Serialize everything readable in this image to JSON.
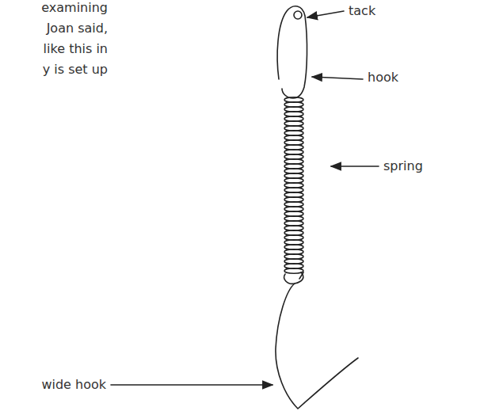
{
  "diagram": {
    "labels": [
      "examining",
      "Joan said,",
      "like this in",
      "y is set up",
      "tack",
      "hook",
      "spring",
      "wide hook"
    ]
  }
}
